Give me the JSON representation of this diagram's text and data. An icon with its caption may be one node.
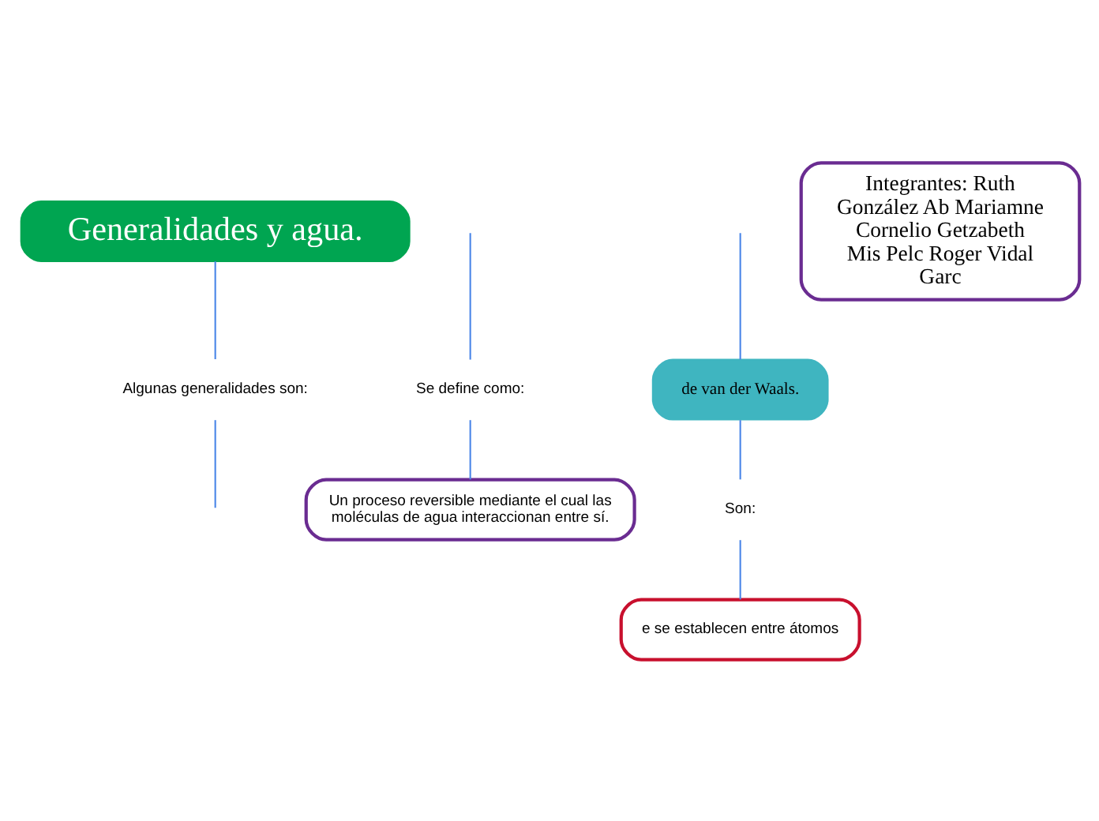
{
  "diagram": {
    "nodes": [
      {
        "text": [
          "Generalidades y agua."
        ]
      },
      {
        "text": [
          "Algunas generalidades son:"
        ]
      },
      {
        "text": [
          "Se define como:"
        ]
      },
      {
        "text": [
          "Un proceso reversible mediante el cual las moléculas de agua interaccionan entre sí."
        ]
      },
      {
        "text": [
          "de van der Waals."
        ]
      },
      {
        "text": [
          "Son:"
        ]
      },
      {
        "text": [
          "e se establecen entre átomos"
        ]
      },
      {
        "text": [
          "Integrantes: Ruth González Ab Mariamne Cornelio Getzabeth Mis Pelc Roger Vidal Garc"
        ]
      }
    ],
    "edges": [
      {
        "from": 0,
        "to": 1,
        "arrow": "none"
      },
      {
        "from": 1,
        "to": null,
        "arrow": "none"
      },
      {
        "from": null,
        "to": 2,
        "arrow": "none"
      },
      {
        "from": 2,
        "to": 3,
        "arrow": "none"
      },
      {
        "from": null,
        "to": 4,
        "arrow": "none"
      },
      {
        "from": 4,
        "to": 5,
        "arrow": "none"
      },
      {
        "from": 5,
        "to": 6,
        "arrow": "none"
      }
    ]
  }
}
